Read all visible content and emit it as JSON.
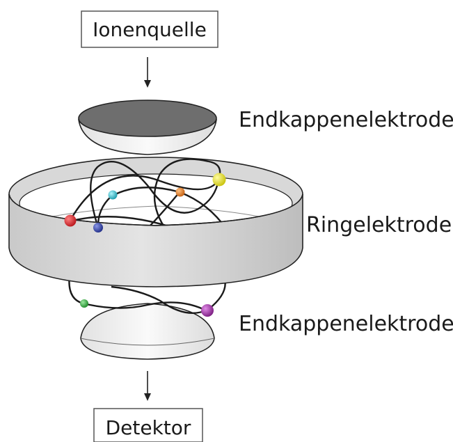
{
  "labels": {
    "source": "Ionenquelle",
    "detector": "Detektor",
    "endcap_top": "Endkappenelektrode",
    "ring": "Ringelektrode",
    "endcap_bottom": "Endkappenelektrode"
  },
  "colors": {
    "endcap_top_face": "#6e6e6e",
    "bowl_body": "#f2f2f2",
    "ring_wall": "#d6d6d6",
    "ring_inner": "#ffffff",
    "stroke": "#222222",
    "ion_red": "#d71f26",
    "ion_cyan": "#25b8c8",
    "ion_orange": "#e07a1f",
    "ion_yellow": "#e8e21c",
    "ion_blue": "#2e3fa8",
    "ion_green": "#2fa83a",
    "ion_purple": "#9a2a9e"
  },
  "icons": [
    "down-arrow-icon",
    "down-arrow-icon"
  ]
}
